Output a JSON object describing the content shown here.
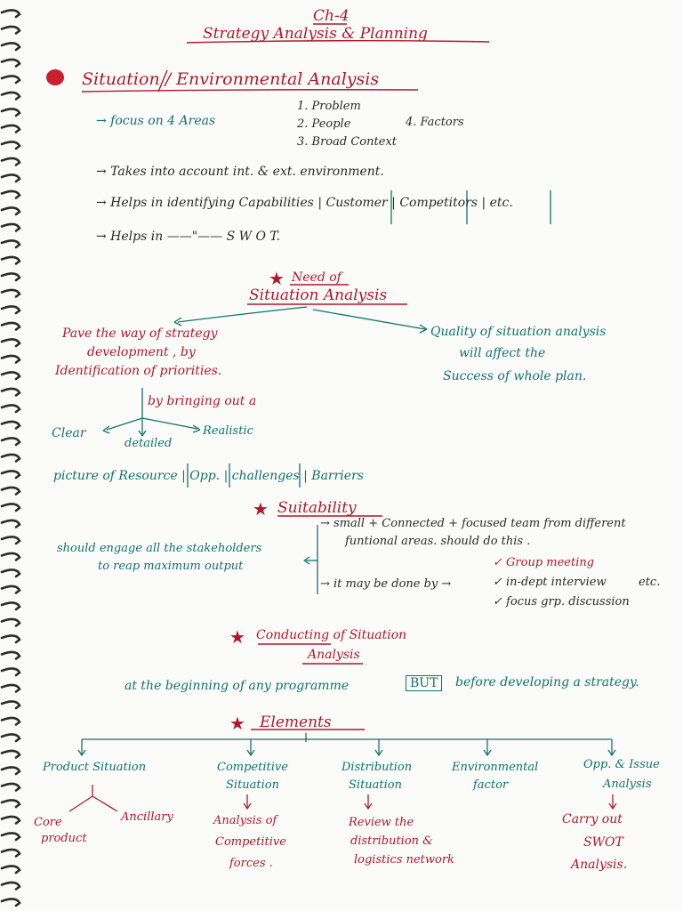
{
  "header": {
    "chapter": "Ch-4",
    "title": "Strategy Analysis & Planning"
  },
  "situation": {
    "title": "Situation / Environmental Analysis",
    "focus_label": "→ focus on  4  Areas",
    "areas": [
      "1. Problem",
      "2. People",
      "3. Broad Context",
      "4. Factors"
    ],
    "points": [
      "→ Takes into account  int. & ext. environment.",
      "→ Helps  in  identifying  Capabilities | Customer | Competitors | etc.",
      "→ Helps  in  ——\"——  S W O T."
    ]
  },
  "need": {
    "title_line1": "Need of",
    "title_line2": "Situation Analysis",
    "left": [
      "Pave  the  way of  strategy",
      "development , by",
      "Identification  of  priorities."
    ],
    "bring": "by  bringing  out a",
    "branches": [
      "Clear",
      "detailed",
      "Realistic"
    ],
    "picture": "picture  of  Resource | Opp. | challenges | Barriers",
    "right": [
      "Quality  of  situation  analysis",
      "will  affect  the",
      "Success  of  whole plan."
    ]
  },
  "suitability": {
    "title": "Suitability",
    "left": [
      "should  engage  all  the  stakeholders",
      "to  reap  maximum  output"
    ],
    "team": [
      "→ small  +  Connected  +  focused  team  from  different",
      "funtional  areas.  should  do this ."
    ],
    "done_by": "→ it  may  be  done  by →",
    "methods": [
      "✓ Group meeting",
      "✓ in-dept  interview",
      "✓ focus grp. discussion"
    ],
    "etc": "etc."
  },
  "conducting": {
    "title_line1": "Conducting  of  Situation",
    "title_line2": "Analysis",
    "text_before": "at  the  beginning  of  any  programme",
    "box": "BUT",
    "text_after": "before  developing  a  strategy."
  },
  "elements": {
    "title": "Elements",
    "items": [
      {
        "name": [
          "Product  Situation"
        ],
        "sub": []
      },
      {
        "name": [
          "Competitive",
          "Situation"
        ],
        "sub": [
          "Analysis  of",
          "Competitive",
          "forces ."
        ]
      },
      {
        "name": [
          "Distribution",
          "Situation"
        ],
        "sub": [
          "Review  the",
          "distribution &",
          "logistics  network"
        ]
      },
      {
        "name": [
          "Environmental",
          "factor"
        ],
        "sub": []
      },
      {
        "name": [
          "Opp.  &  Issue",
          "Analysis"
        ],
        "sub": [
          "Carry  out",
          "SWOT",
          "Analysis."
        ]
      }
    ],
    "product_branches": [
      "Core",
      "product",
      "Ancillary"
    ]
  }
}
